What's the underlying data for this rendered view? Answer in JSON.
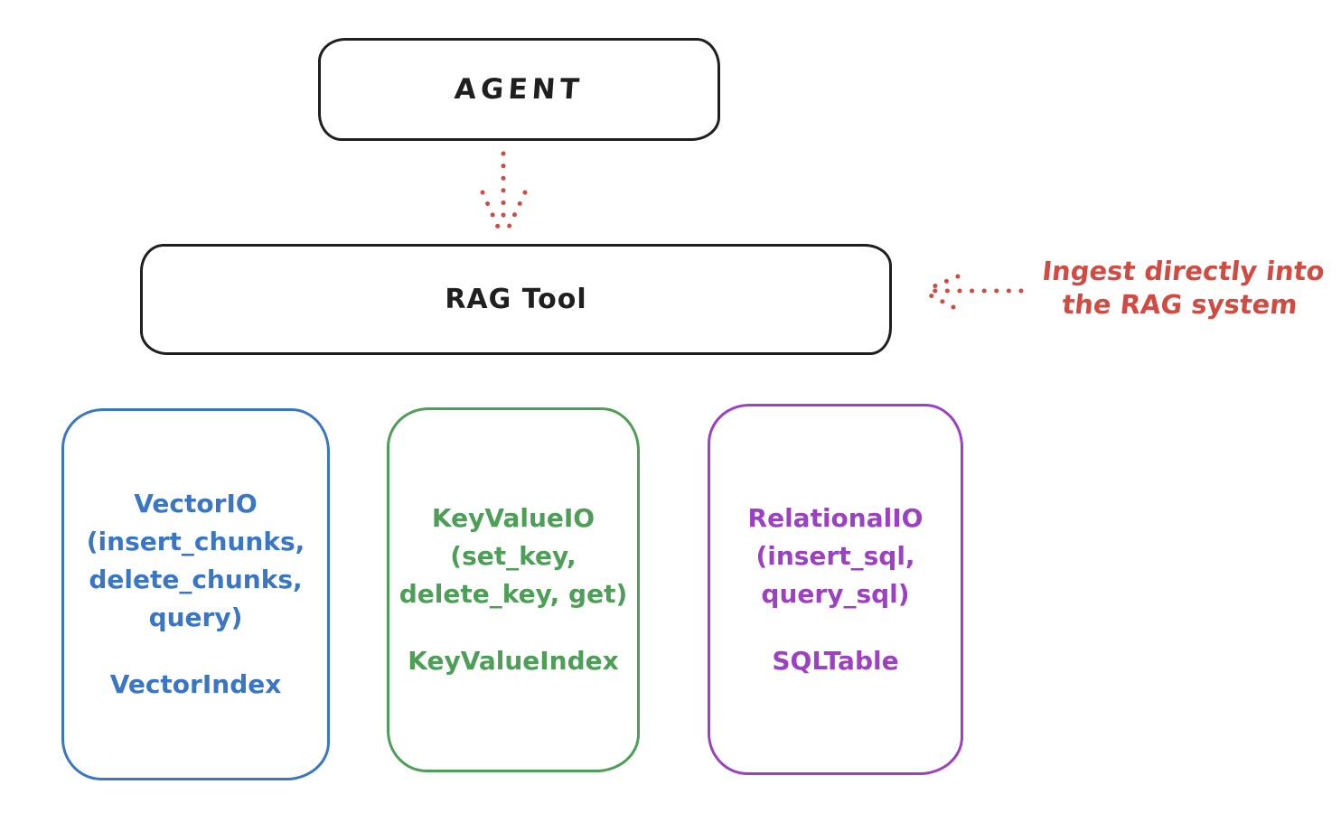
{
  "colors": {
    "ink": "#1f1f1f",
    "red": "#d14b42",
    "blue": "#3b76c4",
    "green": "#4d9e56",
    "purple": "#9c41c1"
  },
  "nodes": {
    "agent": {
      "label": "AGENT"
    },
    "rag_tool": {
      "label": "RAG Tool"
    },
    "vector_io": {
      "line1": "VectorIO",
      "line2": "(insert_chunks,",
      "line3": "delete_chunks,",
      "line4": "query)",
      "index": "VectorIndex"
    },
    "key_value_io": {
      "line1": "KeyValueIO",
      "line2": "(set_key,",
      "line3": "delete_key, get)",
      "index": "KeyValueIndex"
    },
    "relational_io": {
      "line1": "RelationalIO",
      "line2": "(insert_sql,",
      "line3": "query_sql)",
      "index": "SQLTable"
    }
  },
  "annotation": {
    "line1": "Ingest directly into",
    "line2": "the RAG system"
  }
}
